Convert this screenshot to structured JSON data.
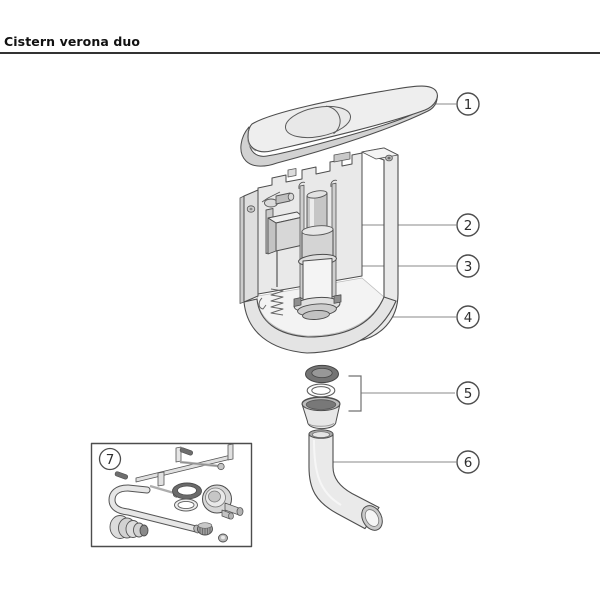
{
  "page": {
    "title": "Cistern verona duo"
  },
  "diagram": {
    "type": "exploded-parts-diagram",
    "callouts": [
      {
        "number": "1"
      },
      {
        "number": "2"
      },
      {
        "number": "3"
      },
      {
        "number": "4"
      },
      {
        "number": "5"
      },
      {
        "number": "6"
      },
      {
        "number": "7"
      }
    ]
  },
  "colors": {
    "outline": "#4d4d4d",
    "callout_line": "#8a8a8a",
    "fill_light": "#ededed",
    "fill_mid": "#d6d6d6",
    "fill_dark": "#a8a8a8",
    "rubber_dark": "#747474",
    "text": "#111111"
  }
}
